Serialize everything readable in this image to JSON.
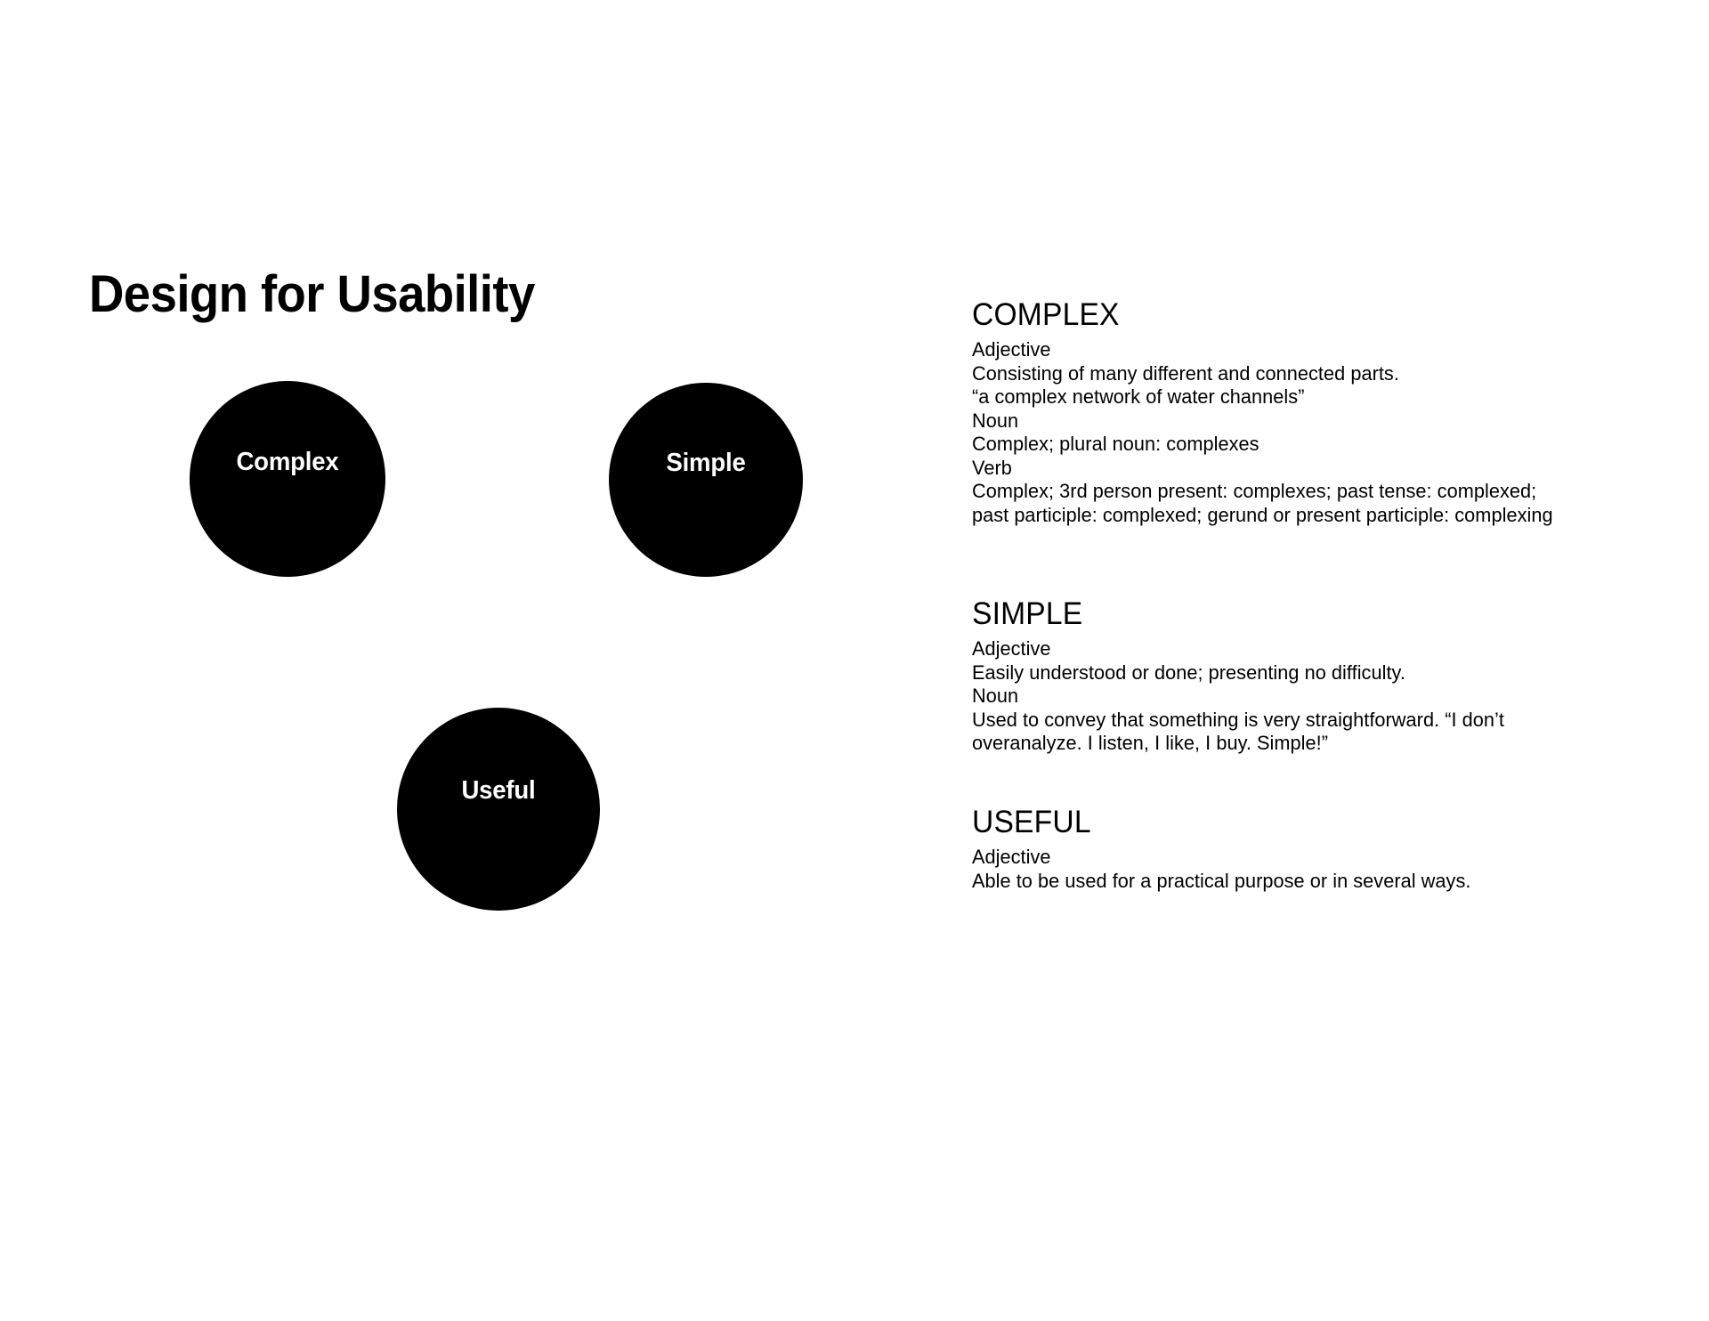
{
  "slide": {
    "title": "Design for Usability",
    "background_color": "#ffffff",
    "text_color": "#000000"
  },
  "diagram": {
    "node_fill_color": "#000000",
    "node_label_color": "#ffffff",
    "nodes": [
      {
        "label": "Complex"
      },
      {
        "label": "Simple"
      },
      {
        "label": "Useful"
      }
    ]
  },
  "definitions": [
    {
      "term": "COMPLEX",
      "lines": [
        "Adjective",
        "Consisting of many different and connected parts.",
        "“a complex network of water channels”",
        "Noun",
        "Complex; plural noun: complexes",
        "Verb",
        "Complex; 3rd person present: complexes; past tense: complexed;",
        "past participle: complexed; gerund or present participle: complexing"
      ]
    },
    {
      "term": "SIMPLE",
      "lines": [
        "Adjective",
        "Easily understood or done; presenting no difficulty.",
        "Noun",
        "Used to convey that something is very straightforward. “I don’t",
        "overanalyze. I listen, I like, I buy. Simple!”"
      ]
    },
    {
      "term": "USEFUL",
      "lines": [
        "Adjective",
        "Able to be used for a practical purpose or in several ways."
      ]
    }
  ]
}
